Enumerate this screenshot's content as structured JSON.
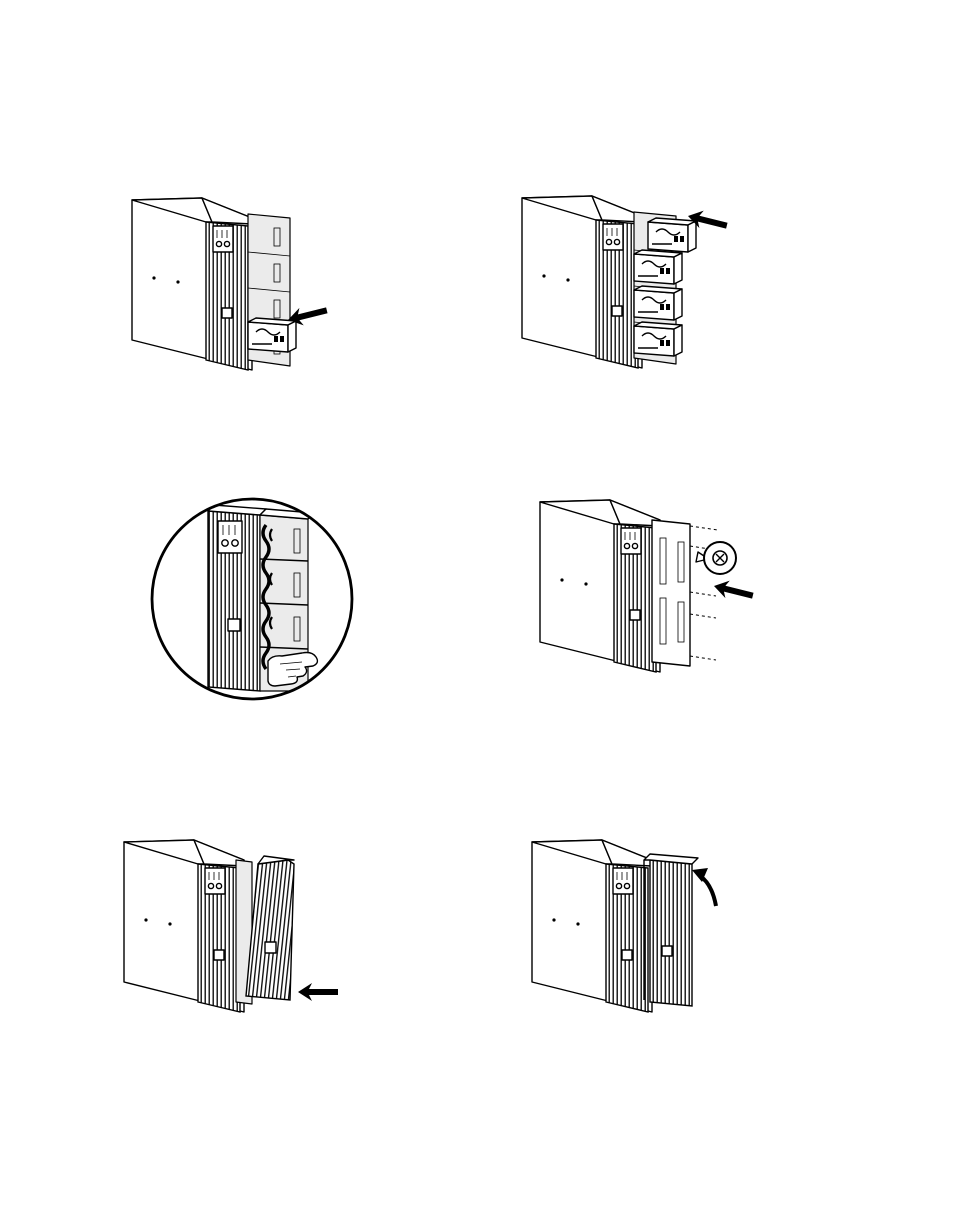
{
  "figure": {
    "steps": [
      {
        "id": "step-1",
        "action": "insert-lower-battery",
        "arrow": "arrow-left-icon"
      },
      {
        "id": "step-2",
        "action": "insert-upper-battery",
        "arrow": "arrow-left-icon"
      },
      {
        "id": "step-3",
        "action": "connect-battery-cables",
        "arrow": "hand-icon"
      },
      {
        "id": "step-4",
        "action": "attach-bracket-screws",
        "arrow": "screw-icon"
      },
      {
        "id": "step-5",
        "action": "attach-front-bezel",
        "arrow": "arrow-left-icon"
      },
      {
        "id": "step-6",
        "action": "snap-bezel-closed",
        "arrow": "curved-arrow-icon"
      }
    ],
    "colors": {
      "line": "#000000",
      "panel": "#ebebeb",
      "background": "#ffffff"
    }
  }
}
